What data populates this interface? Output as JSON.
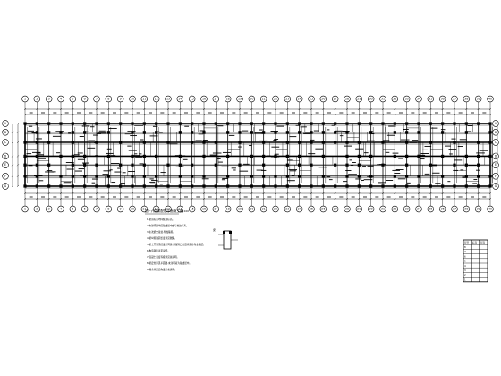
{
  "drawing": {
    "title": "四~六层梁配筋平面施工图",
    "scale": "1:100",
    "notes": [
      "1.梁顶标高均同板顶标高。",
      "2.未注明梁均沿轴线居中或与柱边平齐。",
      "3.主次梁交接处,附加箍筋。",
      "4.梁纵筋锚固长度详见图集。",
      "5.梁上开洞须经设计同意,预留洞口位置详见各专业图纸。",
      "6.构造钢筋详见说明。",
      "7.混凝土强度等级详见总说明。",
      "8.梁定位详见平面图,未注明者为轴线居中。",
      "9.其余详见结构设计总说明。"
    ],
    "detail_label": "梁",
    "table": {
      "header": [
        "层号",
        "标高",
        "层高"
      ],
      "rows": [
        [
          "8",
          "",
          ""
        ],
        [
          "7",
          "",
          ""
        ],
        [
          "6",
          "",
          ""
        ],
        [
          "5",
          "",
          ""
        ],
        [
          "4",
          "",
          ""
        ],
        [
          "3",
          "",
          ""
        ],
        [
          "2",
          "",
          ""
        ],
        [
          "1",
          "",
          ""
        ]
      ]
    }
  },
  "axes": {
    "vertical": [
      "1",
      "2",
      "3",
      "4",
      "5",
      "6",
      "7",
      "8",
      "9",
      "10",
      "11",
      "12",
      "13",
      "14",
      "15",
      "16",
      "17",
      "18",
      "19",
      "20",
      "21",
      "22",
      "23",
      "24",
      "25",
      "26",
      "27",
      "28",
      "29",
      "30",
      "31",
      "32",
      "33",
      "34",
      "35",
      "36",
      "37",
      "38",
      "39",
      "40"
    ],
    "horizontal": [
      "A",
      "B",
      "C",
      "D",
      "E",
      "F",
      "G"
    ]
  },
  "colors": {
    "ink": "#000000",
    "paper": "#ffffff"
  }
}
